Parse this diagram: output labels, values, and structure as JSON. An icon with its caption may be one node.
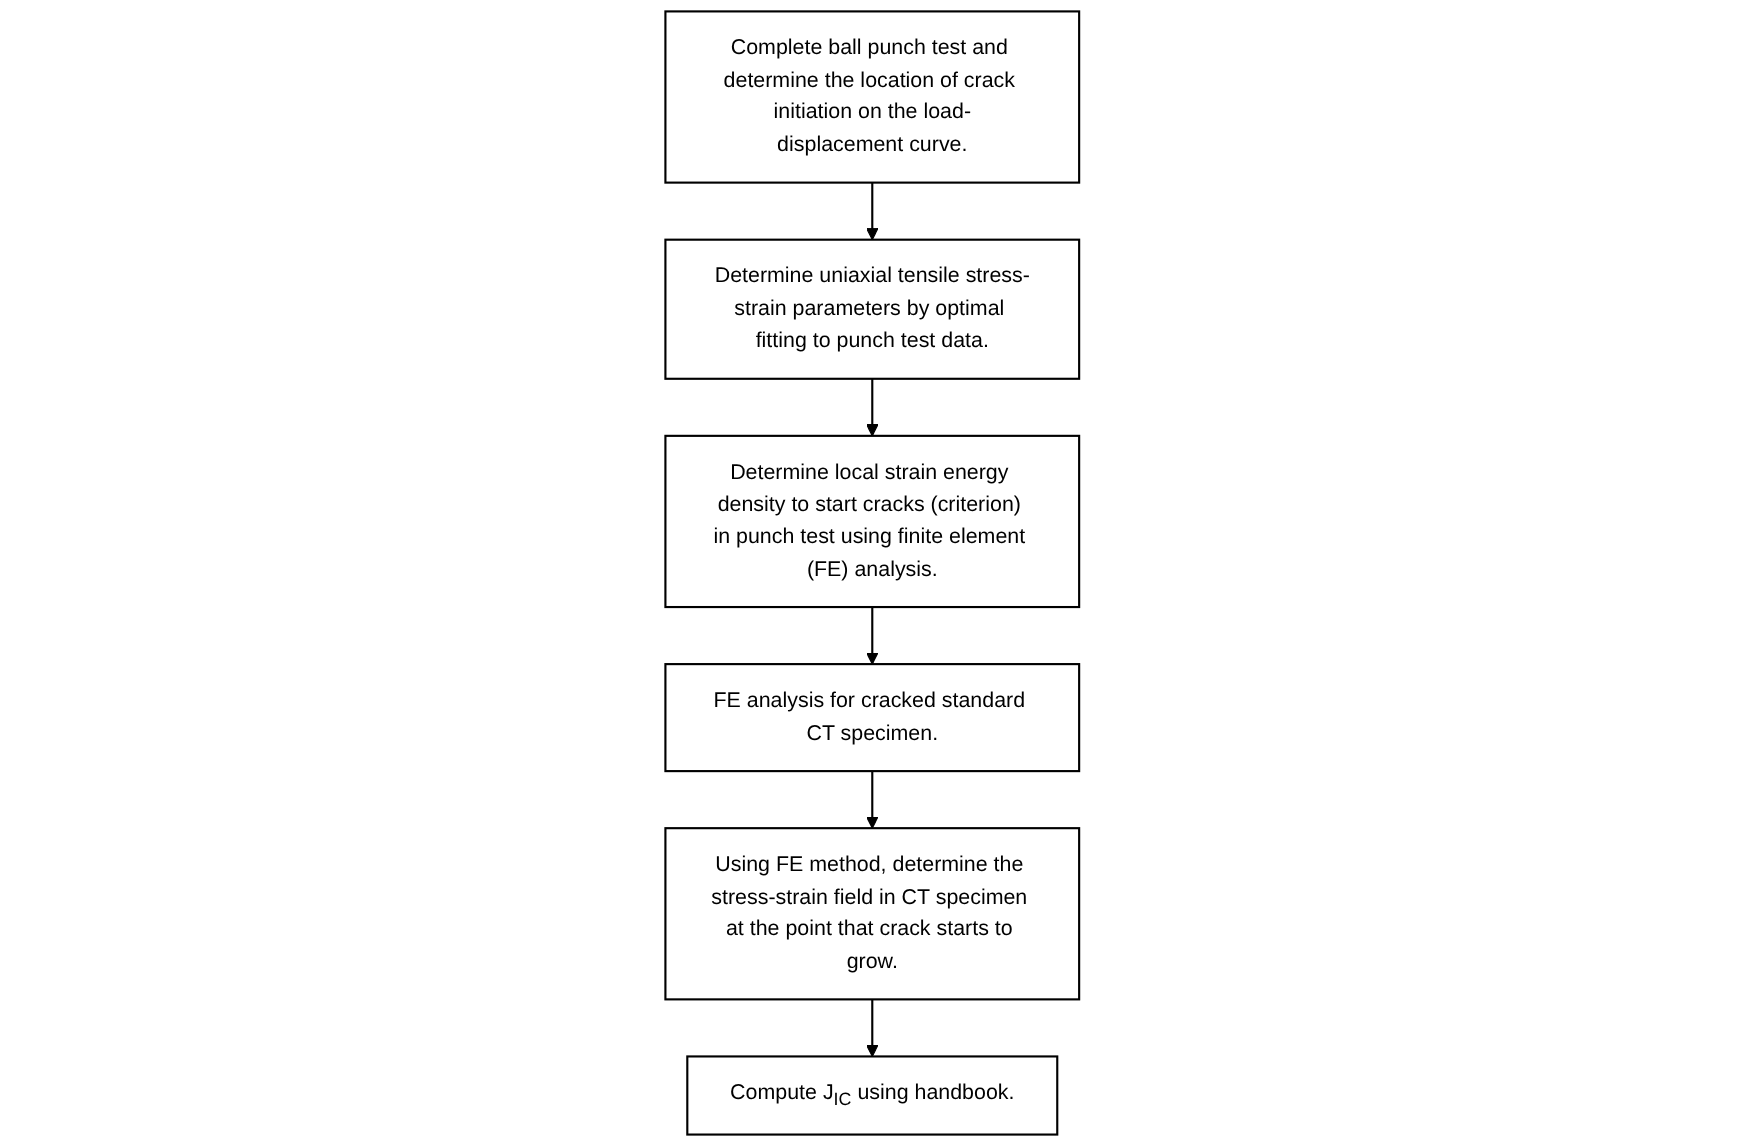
{
  "diagram": {
    "nodes": [
      {
        "text": [
          "Complete ball punch test and determine the location of crack initiation on the load-displacement curve."
        ]
      },
      {
        "text": [
          "Determine uniaxial tensile stress-strain parameters by optimal fitting to punch test data."
        ]
      },
      {
        "text": [
          "Determine local strain energy density to start cracks (criterion) in punch test using finite element (FE) analysis."
        ]
      },
      {
        "text": [
          "FE analysis for cracked standard CT specimen."
        ]
      },
      {
        "text": [
          "Using FE method, determine the stress-strain field in CT specimen at the point that crack starts to grow."
        ]
      },
      {
        "text": [
          "Compute J$_{IC}$ using handbook."
        ]
      }
    ],
    "edges": [
      {
        "from": 0,
        "to": 1,
        "arrow": "to"
      },
      {
        "from": 1,
        "to": 2,
        "arrow": "to"
      },
      {
        "from": 2,
        "to": 3,
        "arrow": "to"
      },
      {
        "from": 3,
        "to": 4,
        "arrow": "to"
      },
      {
        "from": 4,
        "to": 5,
        "arrow": "to"
      }
    ]
  }
}
